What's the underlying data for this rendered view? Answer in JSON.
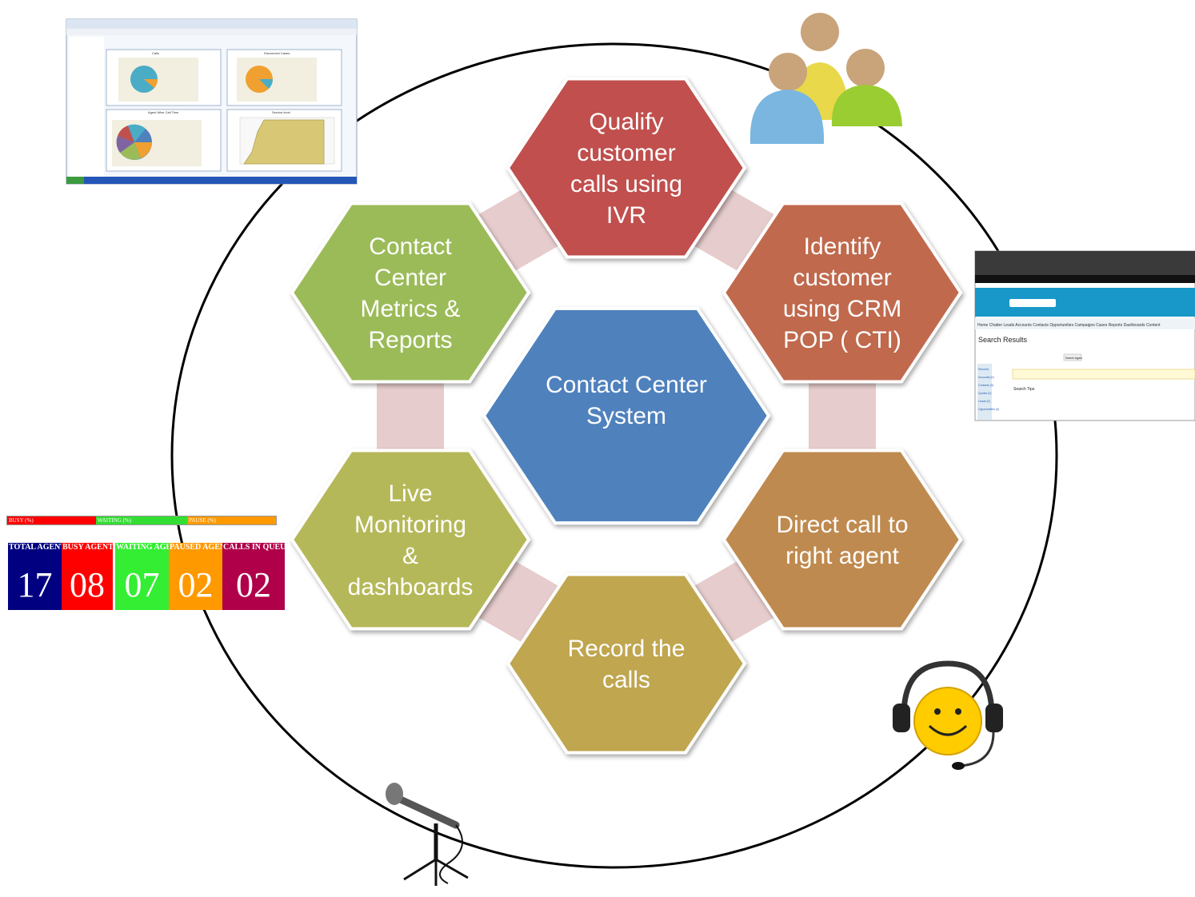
{
  "center": {
    "lines": [
      "Contact Center",
      "System"
    ],
    "color": "#4f81bd"
  },
  "steps": [
    {
      "id": "qualify",
      "lines": [
        "Qualify",
        "customer",
        "calls using",
        "IVR"
      ],
      "color": "#c0504d"
    },
    {
      "id": "identify",
      "lines": [
        "Identify",
        "customer",
        "using CRM",
        "POP ( CTI)"
      ],
      "color": "#c0694d"
    },
    {
      "id": "direct",
      "lines": [
        "Direct call to",
        "right agent"
      ],
      "color": "#bf8a50"
    },
    {
      "id": "record",
      "lines": [
        "Record the",
        "calls"
      ],
      "color": "#bfa64f"
    },
    {
      "id": "live",
      "lines": [
        "Live",
        "Monitoring",
        "&",
        "dashboards"
      ],
      "color": "#b5b858"
    },
    {
      "id": "metrics",
      "lines": [
        "Contact",
        "Center",
        "Metrics &",
        "Reports"
      ],
      "color": "#9bbb59"
    }
  ],
  "dashboard": {
    "bars": [
      {
        "label": "BUSY (%)",
        "color": "#ff0000"
      },
      {
        "label": "WAITING (%)",
        "color": "#33dd33"
      },
      {
        "label": "PAUSE (%)",
        "color": "#ff9900"
      }
    ],
    "stats": [
      {
        "label": "TOTAL AGENTS",
        "value": "17",
        "color": "#000080"
      },
      {
        "label": "BUSY AGENTS",
        "value": "08",
        "color": "#ff0000"
      },
      {
        "label": "WAITING AGENTS",
        "value": "07",
        "color": "#33ee33"
      },
      {
        "label": "PAUSED AGENTS",
        "value": "02",
        "color": "#ff9900"
      },
      {
        "label": "CALLS IN QUEUE",
        "value": "02",
        "color": "#b0004a"
      }
    ]
  },
  "crm_screenshot": {
    "heading": "Search Results",
    "search_button": "Search Again",
    "nav_items": [
      "Home",
      "Chatter",
      "Leads",
      "Accounts",
      "Contacts",
      "Opportunities",
      "Campaigns",
      "Cases",
      "Reports",
      "Dashboards",
      "Content"
    ],
    "side_items": [
      "Records",
      "Accounts (0)",
      "Contacts (0)",
      "Quotes (0)",
      "Leads (0)",
      "Opportunities (0)"
    ],
    "tips_heading": "Search Tips"
  },
  "reports_screenshot": {
    "chart_titles": [
      "Calls",
      "Disconnect Cases",
      "Agent Wise Call Time",
      "Service level"
    ]
  }
}
